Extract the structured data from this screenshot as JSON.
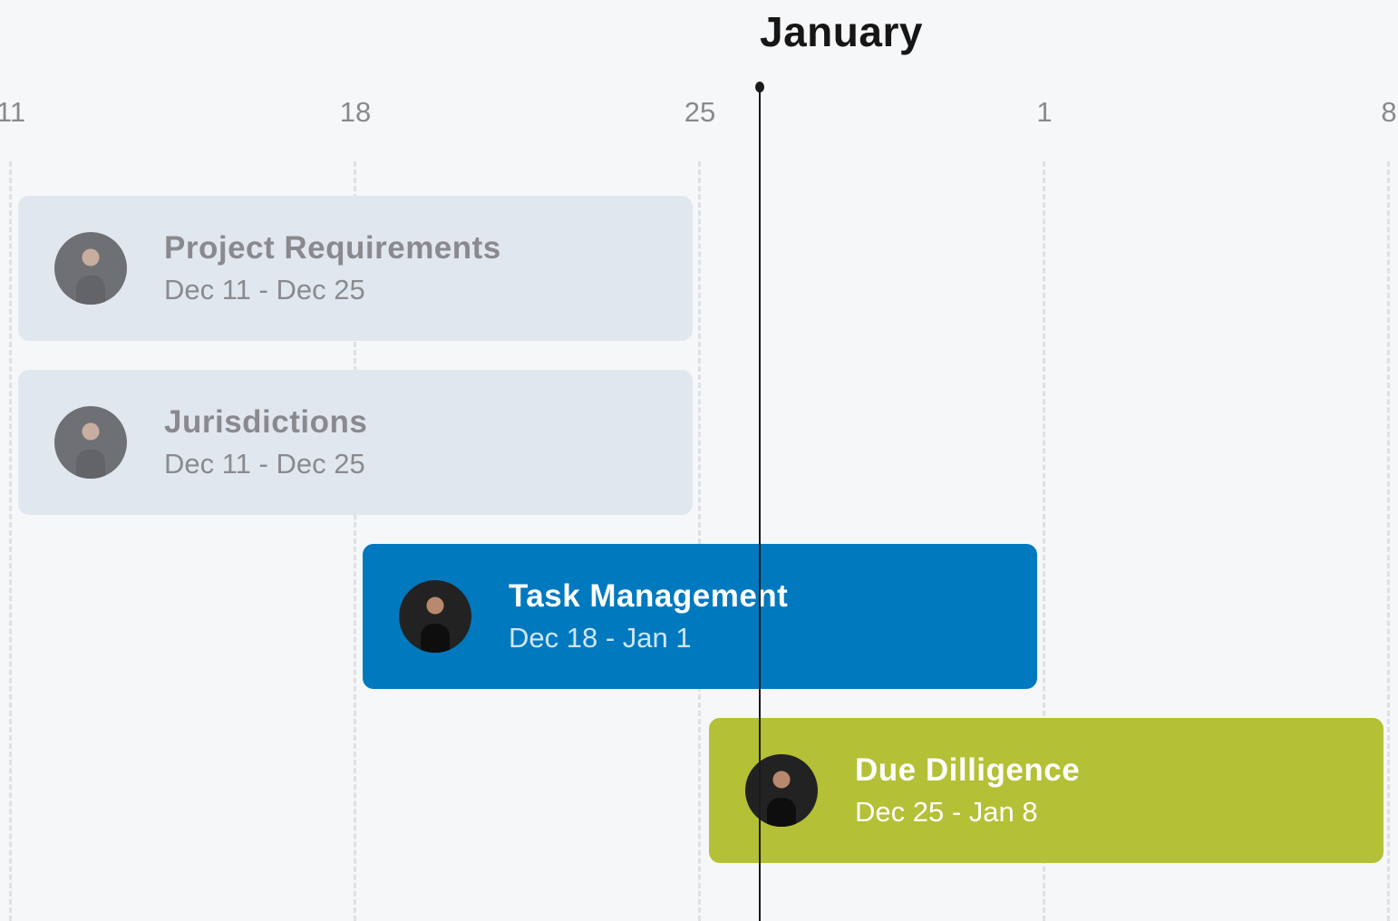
{
  "header": {
    "month": "January"
  },
  "timeline": {
    "ticks": [
      "11",
      "18",
      "25",
      "1",
      "8"
    ],
    "today_marker": true
  },
  "colors": {
    "blue": "#0079bf",
    "green": "#b4c036",
    "past": "#e1e7ef"
  },
  "tasks": [
    {
      "title": "Project Requirements",
      "dates": "Dec 11 - Dec 25",
      "avatar": "user-avatar"
    },
    {
      "title": "Jurisdictions",
      "dates": "Dec 11 - Dec 25",
      "avatar": "user-avatar"
    },
    {
      "title": "Task Management",
      "dates": "Dec 18 - Jan 1",
      "avatar": "user-avatar"
    },
    {
      "title": "Due Dilligence",
      "dates": "Dec 25 - Jan 8",
      "avatar": "user-avatar"
    }
  ]
}
